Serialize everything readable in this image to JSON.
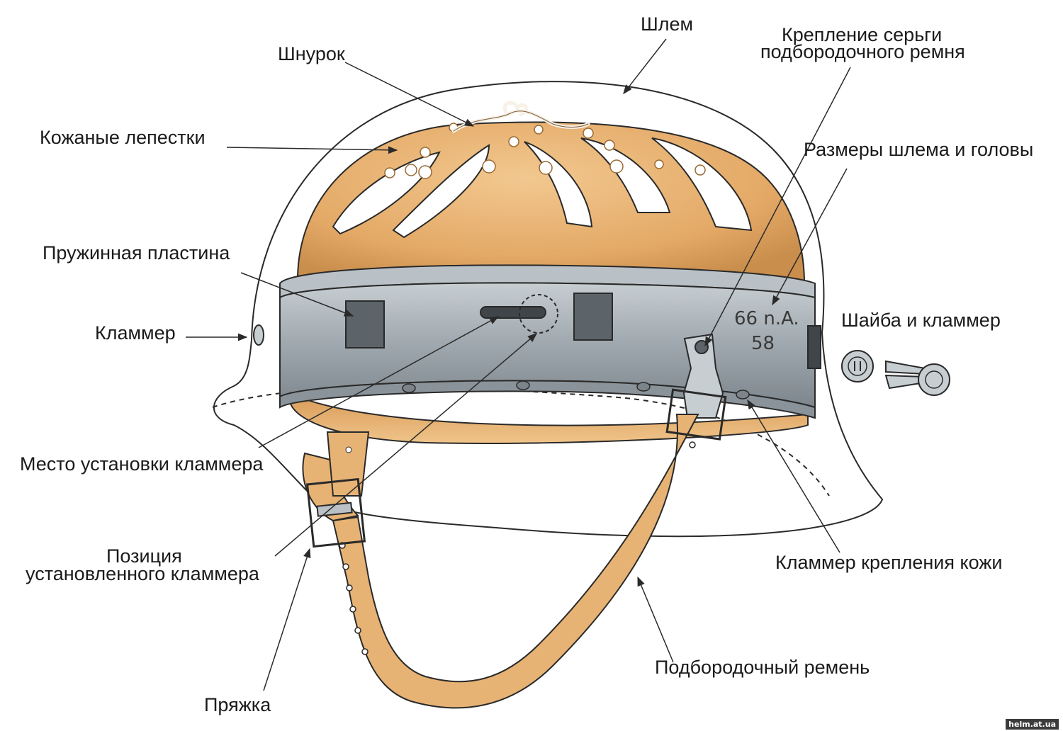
{
  "labels": {
    "helmet": "Шлем",
    "lace": "Шнурок",
    "chin_strap_lug_mount_line1": "Крепление серьги",
    "chin_strap_lug_mount_line2": "подбородочного ремня",
    "leather_petals": "Кожаные лепестки",
    "sizes": "Размеры шлема и головы",
    "spring_plate": "Пружинная пластина",
    "klammer": "Кламмер",
    "washer_and_klammer": "Шайба и кламмер",
    "klammer_mount_place": "Место установки кламмера",
    "installed_klammer_line1": "Позиция",
    "installed_klammer_line2": "установленного кламмера",
    "leather_klammer": "Кламмер крепления кожи",
    "chin_strap": "Подбородочный ремень",
    "buckle": "Пряжка"
  },
  "stamp": {
    "line1": "66 n.A.",
    "line2": "58"
  },
  "watermark": "helm.at.ua",
  "colors": {
    "leather": "#e7b375",
    "leather_dark": "#b87f3e",
    "band": "#a7b0b6",
    "band_dark": "#5f686e",
    "outline": "#2a2a2a"
  }
}
